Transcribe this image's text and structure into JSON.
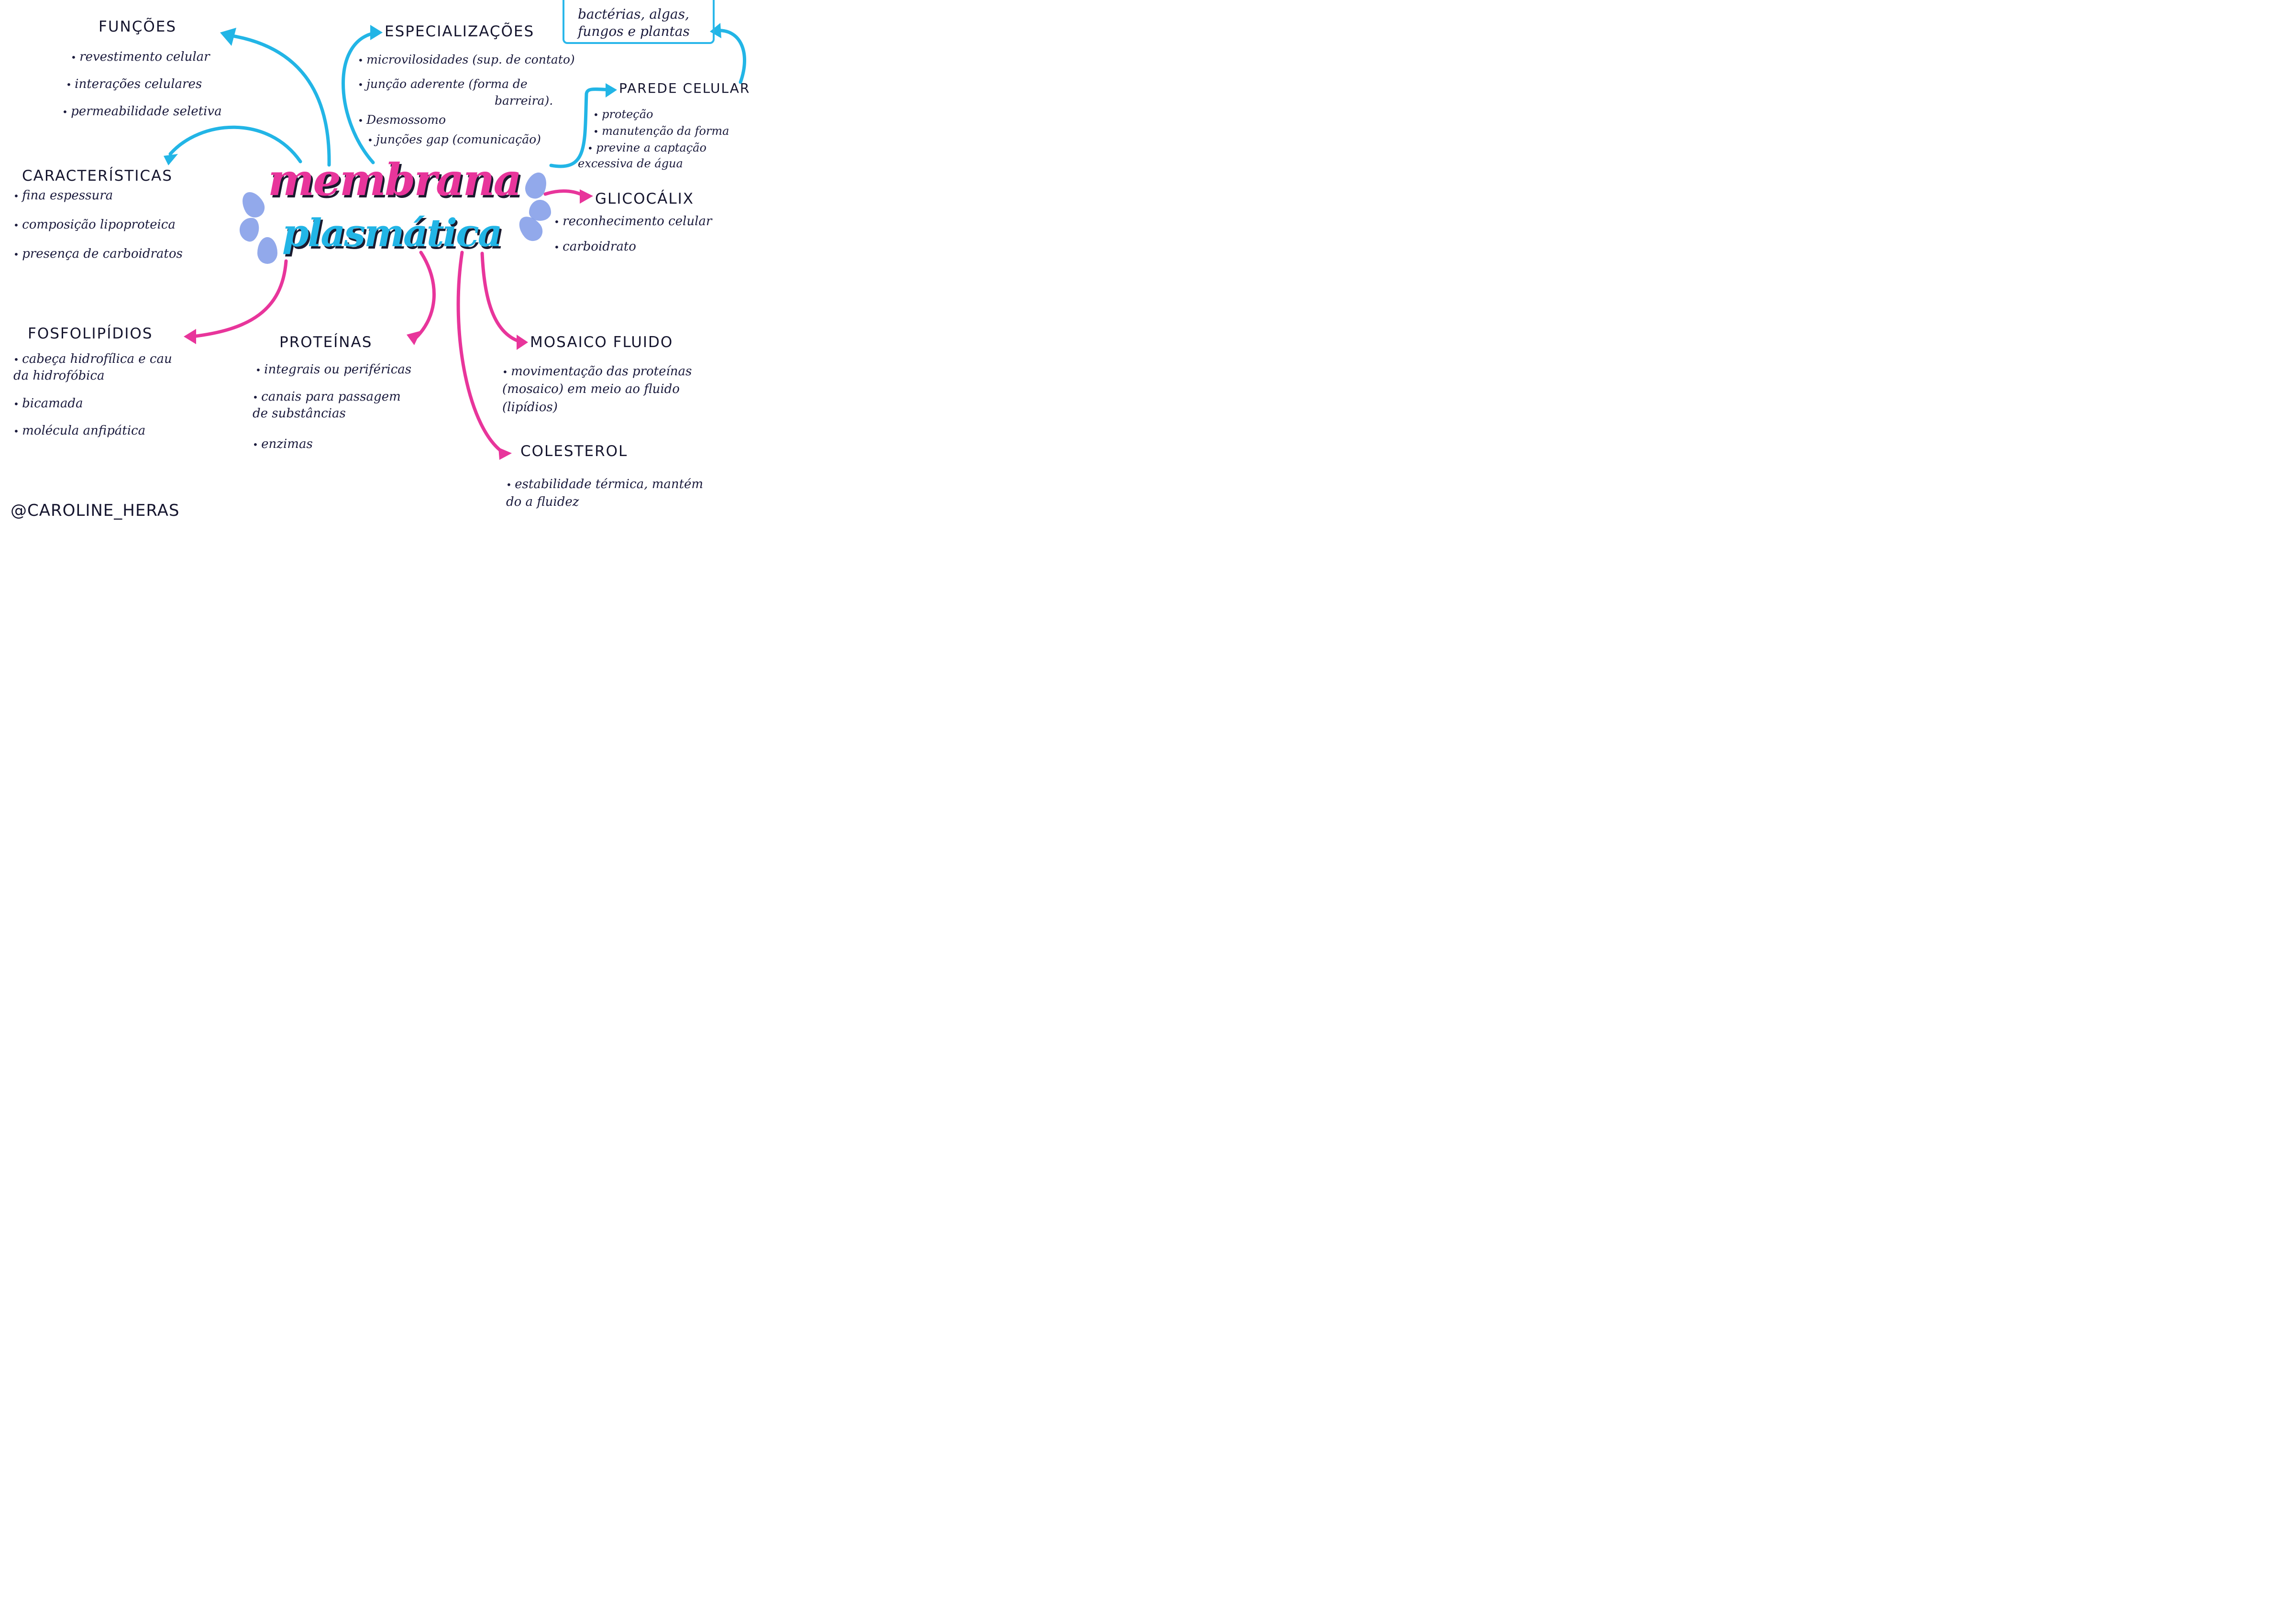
{
  "colors": {
    "cyan": "#22b5e6",
    "pink": "#e8359b",
    "drop": "#7f9ae8",
    "ink": "#15152e"
  },
  "title": {
    "line1": "membrana",
    "line2": "plasmática"
  },
  "note": {
    "line1": "bactérias, algas,",
    "line2": "fungos e plantas"
  },
  "funcoes": {
    "heading": "FUNÇÕES",
    "items": [
      "revestimento celular",
      "interações celulares",
      "permeabilidade seletiva"
    ]
  },
  "caracteristicas": {
    "heading": "CARACTERÍSTICAS",
    "items": [
      "fina espessura",
      "composição lipoproteica",
      "presença de carboidratos"
    ]
  },
  "fosfolipidios": {
    "heading": "FOSFOLIPÍDIOS",
    "item1_line1": "cabeça hidrofílica e cau",
    "item1_line2": "da hidrofóbica",
    "item2": "bicamada",
    "item3": "molécula anfipática"
  },
  "especializacoes": {
    "heading": "ESPECIALIZAÇÕES",
    "item1": "microvilosidades (sup. de contato)",
    "item2_line1": "junção aderente (forma de",
    "item2_line2": "barreira).",
    "item3": "Desmossomo",
    "item4": "junções gap (comunicação)"
  },
  "parede": {
    "heading": "PAREDE CELULAR",
    "item1": "proteção",
    "item2": "manutenção da forma",
    "item3_line1": "previne a captação",
    "item3_line2": "excessiva de água"
  },
  "glicocalix": {
    "heading": "GLICOCÁLIX",
    "items": [
      "reconhecimento celular",
      "carboidrato"
    ]
  },
  "proteinas": {
    "heading": "PROTEÍNAS",
    "item1": "integrais ou periféricas",
    "item2_line1": "canais para passagem",
    "item2_line2": "de substâncias",
    "item3": "enzimas"
  },
  "mosaico": {
    "heading": "MOSAICO FLUIDO",
    "line1": "movimentação das proteínas",
    "line2": "(mosaico) em meio ao fluido",
    "line3": "(lipídios)"
  },
  "colesterol": {
    "heading": "COLESTEROL",
    "line1": "estabilidade térmica, mantém",
    "line2": "do a fluidez"
  },
  "credit": "@CAROLINE_HERAS"
}
